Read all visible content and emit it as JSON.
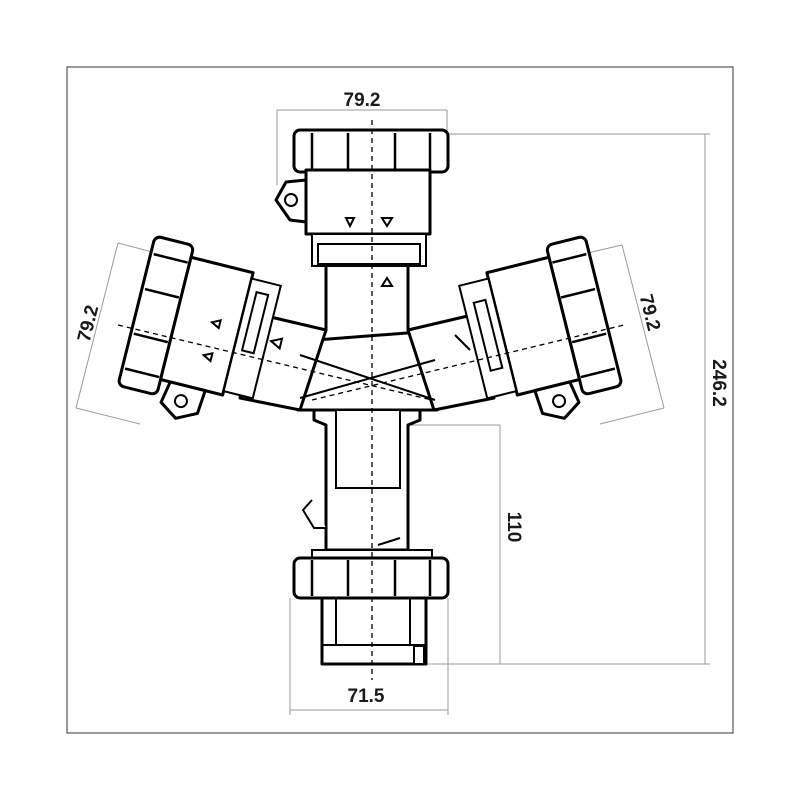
{
  "dimensions": {
    "top_width": "79.2",
    "left_width": "79.2",
    "right_width": "79.2",
    "total_height": "246.2",
    "lower_height": "110",
    "bottom_width": "71.5"
  },
  "colors": {
    "outline": "#000000",
    "dimension_line": "#9a9a9a",
    "frame": "#555555",
    "background": "#ffffff"
  }
}
